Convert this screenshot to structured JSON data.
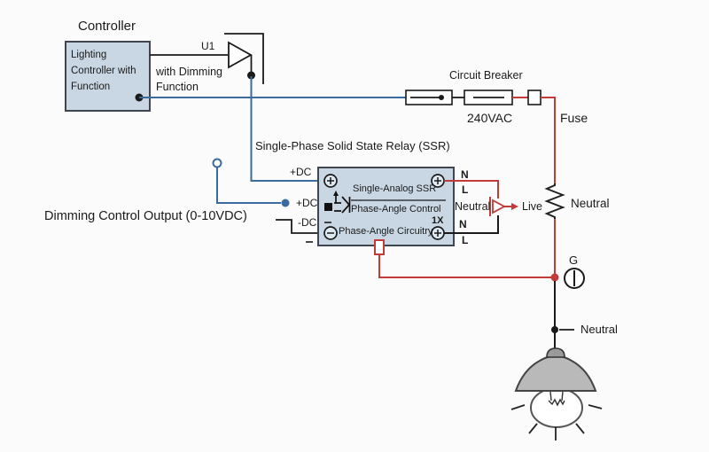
{
  "colors": {
    "wire_blue": "#3a6b9e",
    "wire_red": "#c23b38",
    "wire_black": "#1a1a1a",
    "box_fill": "#c9d7e4",
    "box_border": "#3f4650",
    "shade_gray": "#b9b9b9"
  },
  "controller": {
    "title": "Controller",
    "lines": [
      "Lighting",
      "Controller with",
      "Function"
    ]
  },
  "amplifier": {
    "ref": "U1",
    "note1": "with Dimming",
    "note2": "Function"
  },
  "dimming": {
    "label": "Dimming Control Output (0-10VDC)",
    "plus_dc_top": "+DC",
    "plus_dc_mid": "+DC",
    "minus_dc": "-DC"
  },
  "breaker": {
    "label": "Circuit Breaker",
    "voltage": "240VAC",
    "fuse_label": "Fuse"
  },
  "ssr": {
    "title": "Single-Phase Solid State Relay (SSR)",
    "inner_title": "Single-Analog SSR",
    "inner_subtitle": "Phase-Angle Control",
    "inner_bottom": "Phase-Angle Circuitry",
    "multiplier": "1X",
    "n_top": "N",
    "l_top": "L",
    "neutral_label": "Neutral",
    "live_label": "Live",
    "n_bottom": "N",
    "l_bottom": "L"
  },
  "load": {
    "resistor_label": "Neutral",
    "ground_label": "G",
    "neutral_label": "Neutral"
  }
}
